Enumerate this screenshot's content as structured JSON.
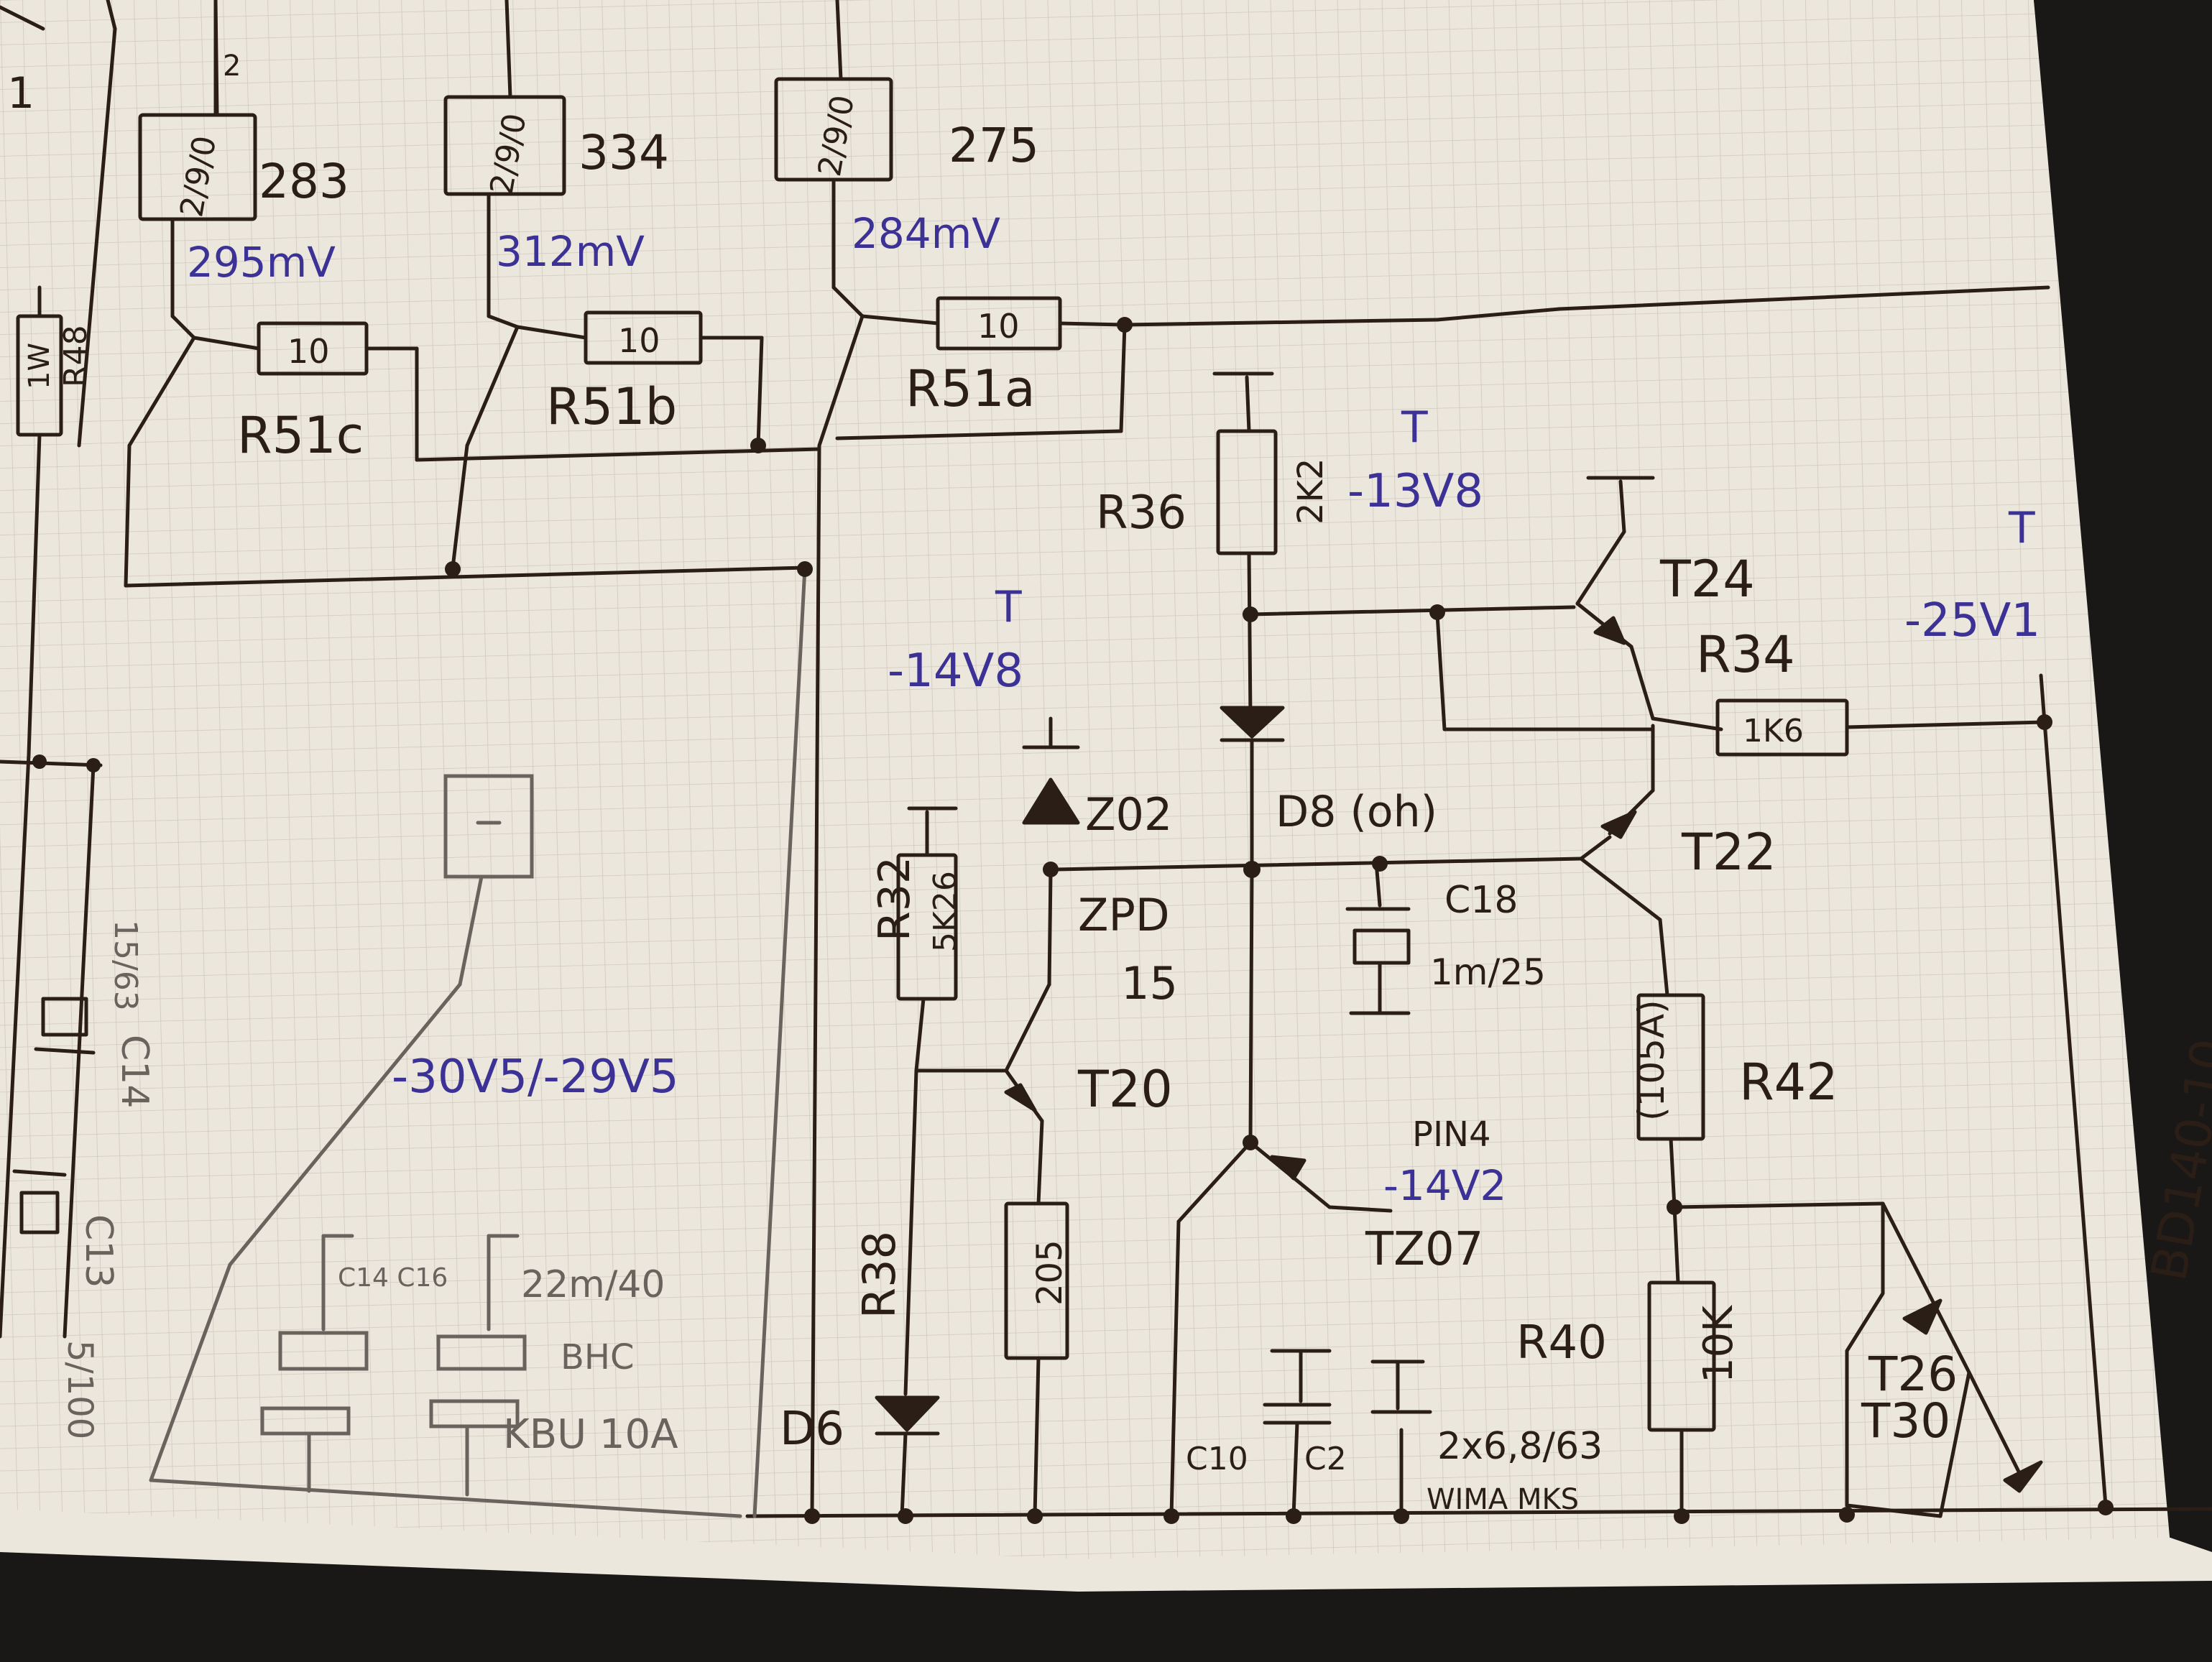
{
  "colors": {
    "paper": "#ece7dd",
    "grid": "#cfc8bc",
    "ink": "#2a1e17",
    "blue_ink": "#3c3296",
    "pencil": "#6a625c",
    "background": "#1a1816"
  },
  "top_bank": [
    {
      "pot_value": "2/9/0",
      "setting": "283",
      "voltage": "295mV",
      "resistor_value": "10",
      "resistor_ref": "R51c"
    },
    {
      "pot_value": "2/9/0",
      "setting": "334",
      "voltage": "312mV",
      "resistor_value": "10",
      "resistor_ref": "R51b"
    },
    {
      "pot_value": "2/9/0",
      "setting": "275",
      "voltage": "284mV",
      "resistor_value": "10",
      "resistor_ref": "R51a"
    }
  ],
  "labels": {
    "top_left_mark": "1",
    "pot_wiper_mark": "2",
    "r48_ref": "R48",
    "r48_value": "1W",
    "left_value": "15/63",
    "c14_ref": "C14",
    "c13_ref": "C13",
    "c13_value": "5/100",
    "c14_c16": "C14 C16",
    "cap_value": "22m/40",
    "cap_type": "BHC",
    "bridge": "KBU 10A",
    "rail_voltage": "-30V5/-29V5"
  },
  "components": {
    "r36": {
      "ref": "R36",
      "value": "2K2"
    },
    "t24": "T24",
    "r34": {
      "ref": "R34",
      "value": "1K6"
    },
    "t22": "T22",
    "d8": "D8 (oh)",
    "z02": "Z02",
    "zpd": "ZPD",
    "zpd_value": "15",
    "c18": {
      "ref": "C18",
      "value": "1m/25"
    },
    "r42": {
      "ref": "R42",
      "value": "(105A)"
    },
    "r32": {
      "ref": "R32",
      "value": "5K26"
    },
    "t20": "T20",
    "r38": {
      "ref": "R38",
      "value": "205"
    },
    "d6": "D6",
    "tz07": "TZ07",
    "c10": "C10",
    "c2": "C2",
    "caps_value": "2x6,8/63",
    "caps_brand": "WIMA MKS",
    "r40": {
      "ref": "R40",
      "value": "10K"
    },
    "t26_t30": "T26\nT30",
    "t26": "T26",
    "t30": "T30",
    "bd": "BD140-10"
  },
  "measurements": {
    "t_a": "T",
    "v_a": "-13V8",
    "t_b": "T",
    "v_b": "-14V8",
    "t_c": "T",
    "v_c": "-25V1",
    "pin4": "PIN4",
    "v_pin4": "-14V2"
  }
}
